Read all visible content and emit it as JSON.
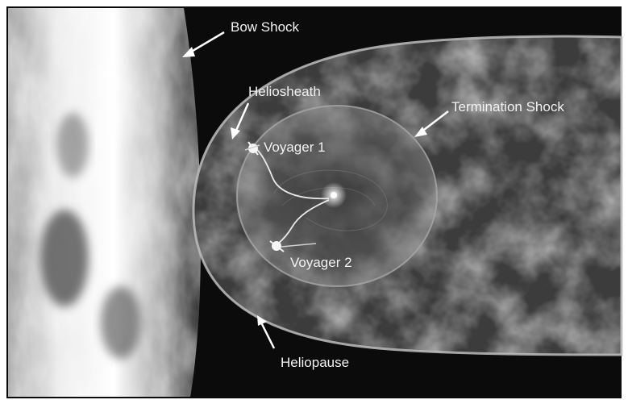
{
  "labels": {
    "bow_shock": "Bow Shock",
    "heliosheath": "Heliosheath",
    "termination_shock": "Termination Shock",
    "voyager1": "Voyager 1",
    "voyager2": "Voyager 2",
    "heliopause": "Heliopause"
  },
  "colors": {
    "space": "#0a0a0a",
    "label": "#f2f2f2",
    "sun": "#ffffff"
  }
}
